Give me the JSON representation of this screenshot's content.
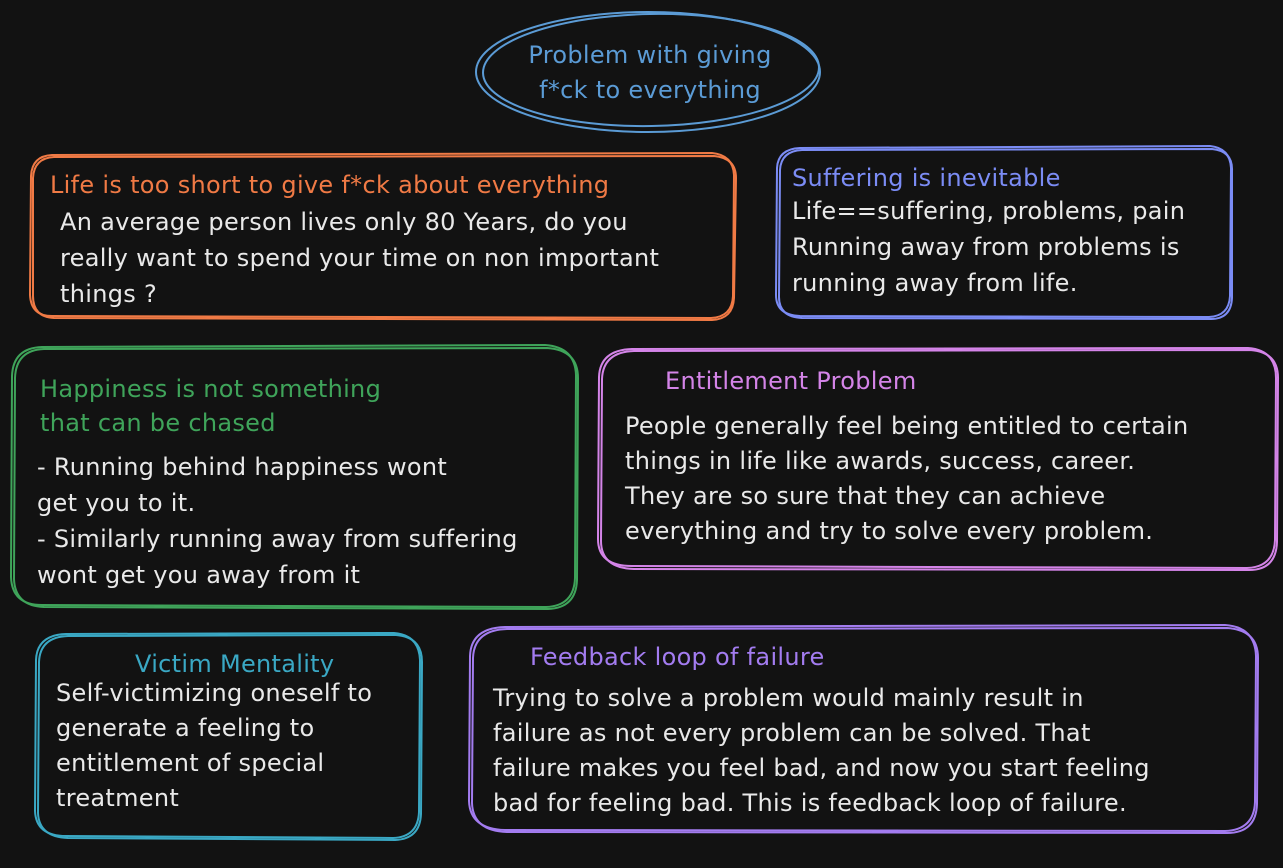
{
  "diagram": {
    "root": {
      "label": "Problem with giving\nf*ck to everything",
      "color": "#5b9bd5"
    },
    "cards": [
      {
        "id": "life-short",
        "title": "Life is too short to give f*ck about everything",
        "body": "An average person lives only 80 Years, do you\nreally want to spend your time on non important\nthings ?",
        "color": "#f07a45"
      },
      {
        "id": "suffering",
        "title": "Suffering is inevitable",
        "body": "Life==suffering, problems, pain\nRunning away from problems is\nrunning away from life.",
        "color": "#7b8cf5"
      },
      {
        "id": "happiness",
        "title": "Happiness is not something\nthat can be chased",
        "body": "- Running behind happiness wont\nget you to it.\n- Similarly running away from suffering\nwont get you away from it",
        "color": "#3fa45a"
      },
      {
        "id": "entitlement",
        "title": "Entitlement Problem",
        "body": "People generally feel being entitled to certain\nthings in life like awards, success, career.\nThey are so sure that they can achieve\neverything and try to solve every problem.",
        "color": "#d484e8"
      },
      {
        "id": "victim",
        "title": "Victim Mentality",
        "body": "Self-victimizing oneself to\ngenerate a feeling to\nentitlement of special\ntreatment",
        "color": "#3aa8c4"
      },
      {
        "id": "feedback",
        "title": "Feedback loop of failure",
        "body": "Trying to solve a problem would mainly result in\nfailure as not every problem can be solved. That\nfailure makes you feel bad, and now you start feeling\nbad for feeling bad. This is feedback loop of failure.",
        "color": "#a37cf0"
      }
    ]
  }
}
